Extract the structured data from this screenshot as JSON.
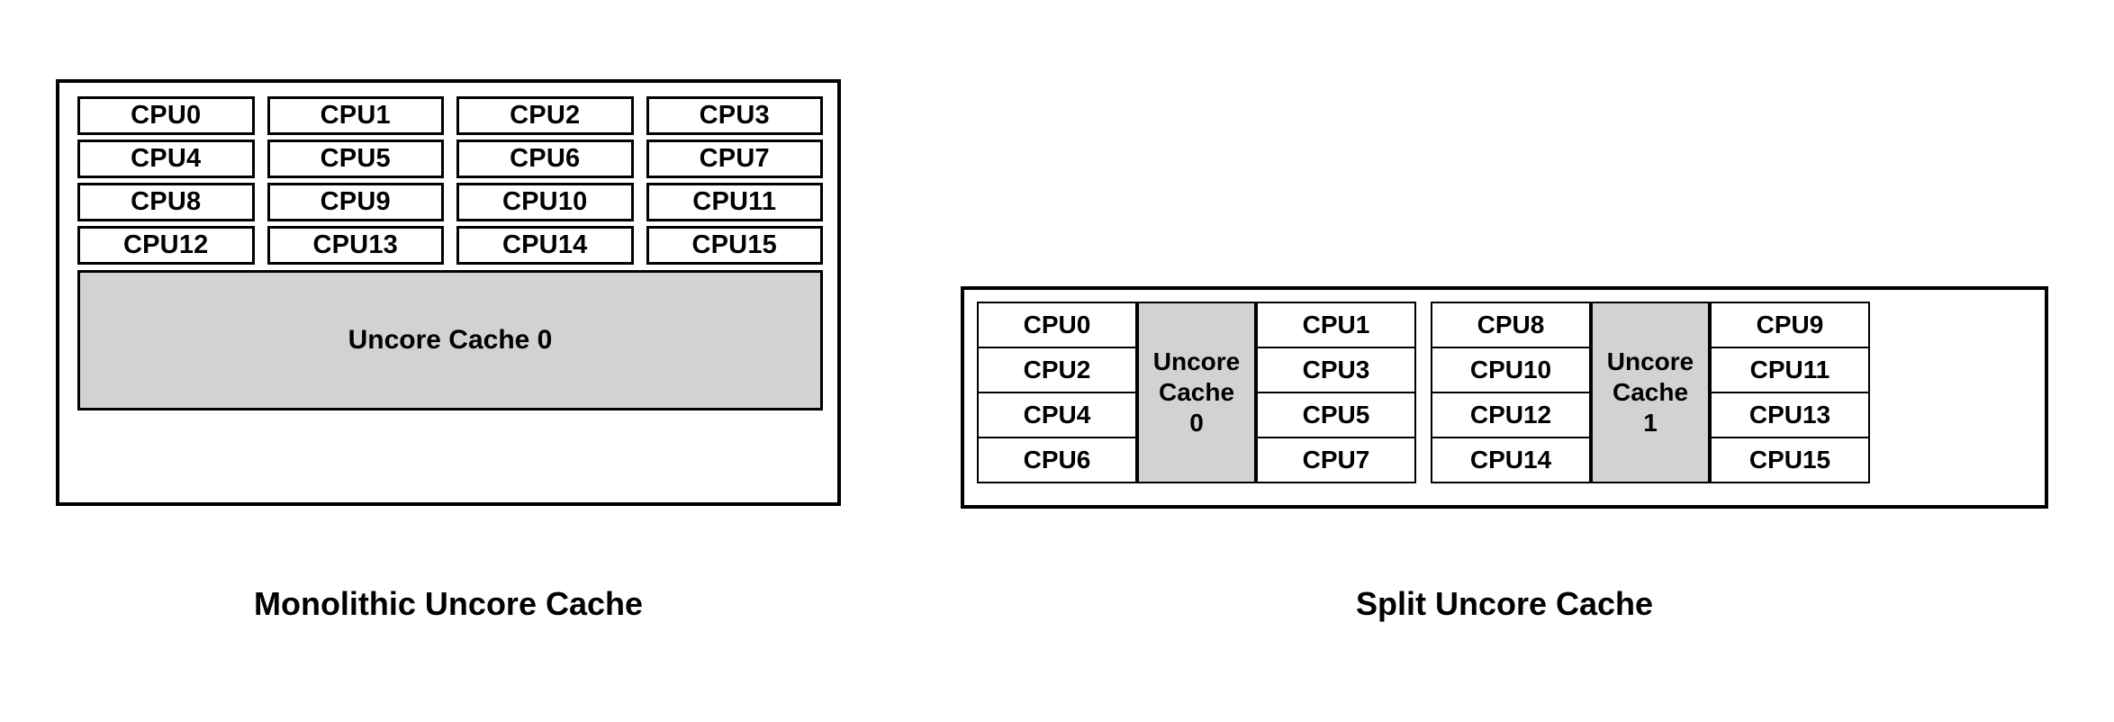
{
  "figures": [
    {
      "id": "monolithic",
      "caption": "Monolithic Uncore Cache",
      "cpu_grid": {
        "columns": 4,
        "rows": 4,
        "labels": [
          "CPU0",
          "CPU1",
          "CPU2",
          "CPU3",
          "CPU4",
          "CPU5",
          "CPU6",
          "CPU7",
          "CPU8",
          "CPU9",
          "CPU10",
          "CPU11",
          "CPU12",
          "CPU13",
          "CPU14",
          "CPU15"
        ]
      },
      "cache": {
        "label": "Uncore Cache 0",
        "fill": "#d2d2d2"
      }
    },
    {
      "id": "split",
      "caption": "Split Uncore Cache",
      "groups": [
        {
          "left_column": [
            "CPU0",
            "CPU2",
            "CPU4",
            "CPU6"
          ],
          "cache": {
            "line1": "Uncore",
            "line2": "Cache",
            "line3": "0",
            "fill": "#d2d2d2"
          },
          "right_column": [
            "CPU1",
            "CPU3",
            "CPU5",
            "CPU7"
          ]
        },
        {
          "left_column": [
            "CPU8",
            "CPU10",
            "CPU12",
            "CPU14"
          ],
          "cache": {
            "line1": "Uncore",
            "line2": "Cache",
            "line3": "1",
            "fill": "#d2d2d2"
          },
          "right_column": [
            "CPU9",
            "CPU11",
            "CPU13",
            "CPU15"
          ]
        }
      ]
    }
  ],
  "colors": {
    "background": "#ffffff",
    "stroke": "#000000",
    "cache_fill": "#d2d2d2",
    "text": "#000000"
  }
}
